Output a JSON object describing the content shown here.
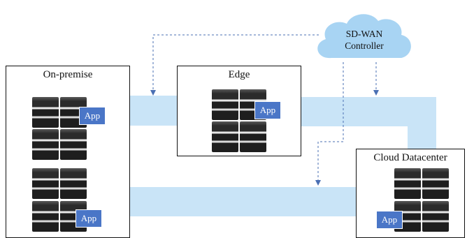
{
  "on_premise": {
    "title": "On-premise",
    "app_labels": [
      "App",
      "App"
    ]
  },
  "edge": {
    "title": "Edge",
    "app_label": "App"
  },
  "cloud_datacenter": {
    "title": "Cloud Datacenter",
    "app_label": "App"
  },
  "controller": {
    "line1": "SD-WAN",
    "line2": "Controller"
  },
  "colors": {
    "link": "#c9e4f7",
    "cloud": "#a8d4f3",
    "app": "#4a76c7",
    "arrow": "#4a6fb3"
  }
}
